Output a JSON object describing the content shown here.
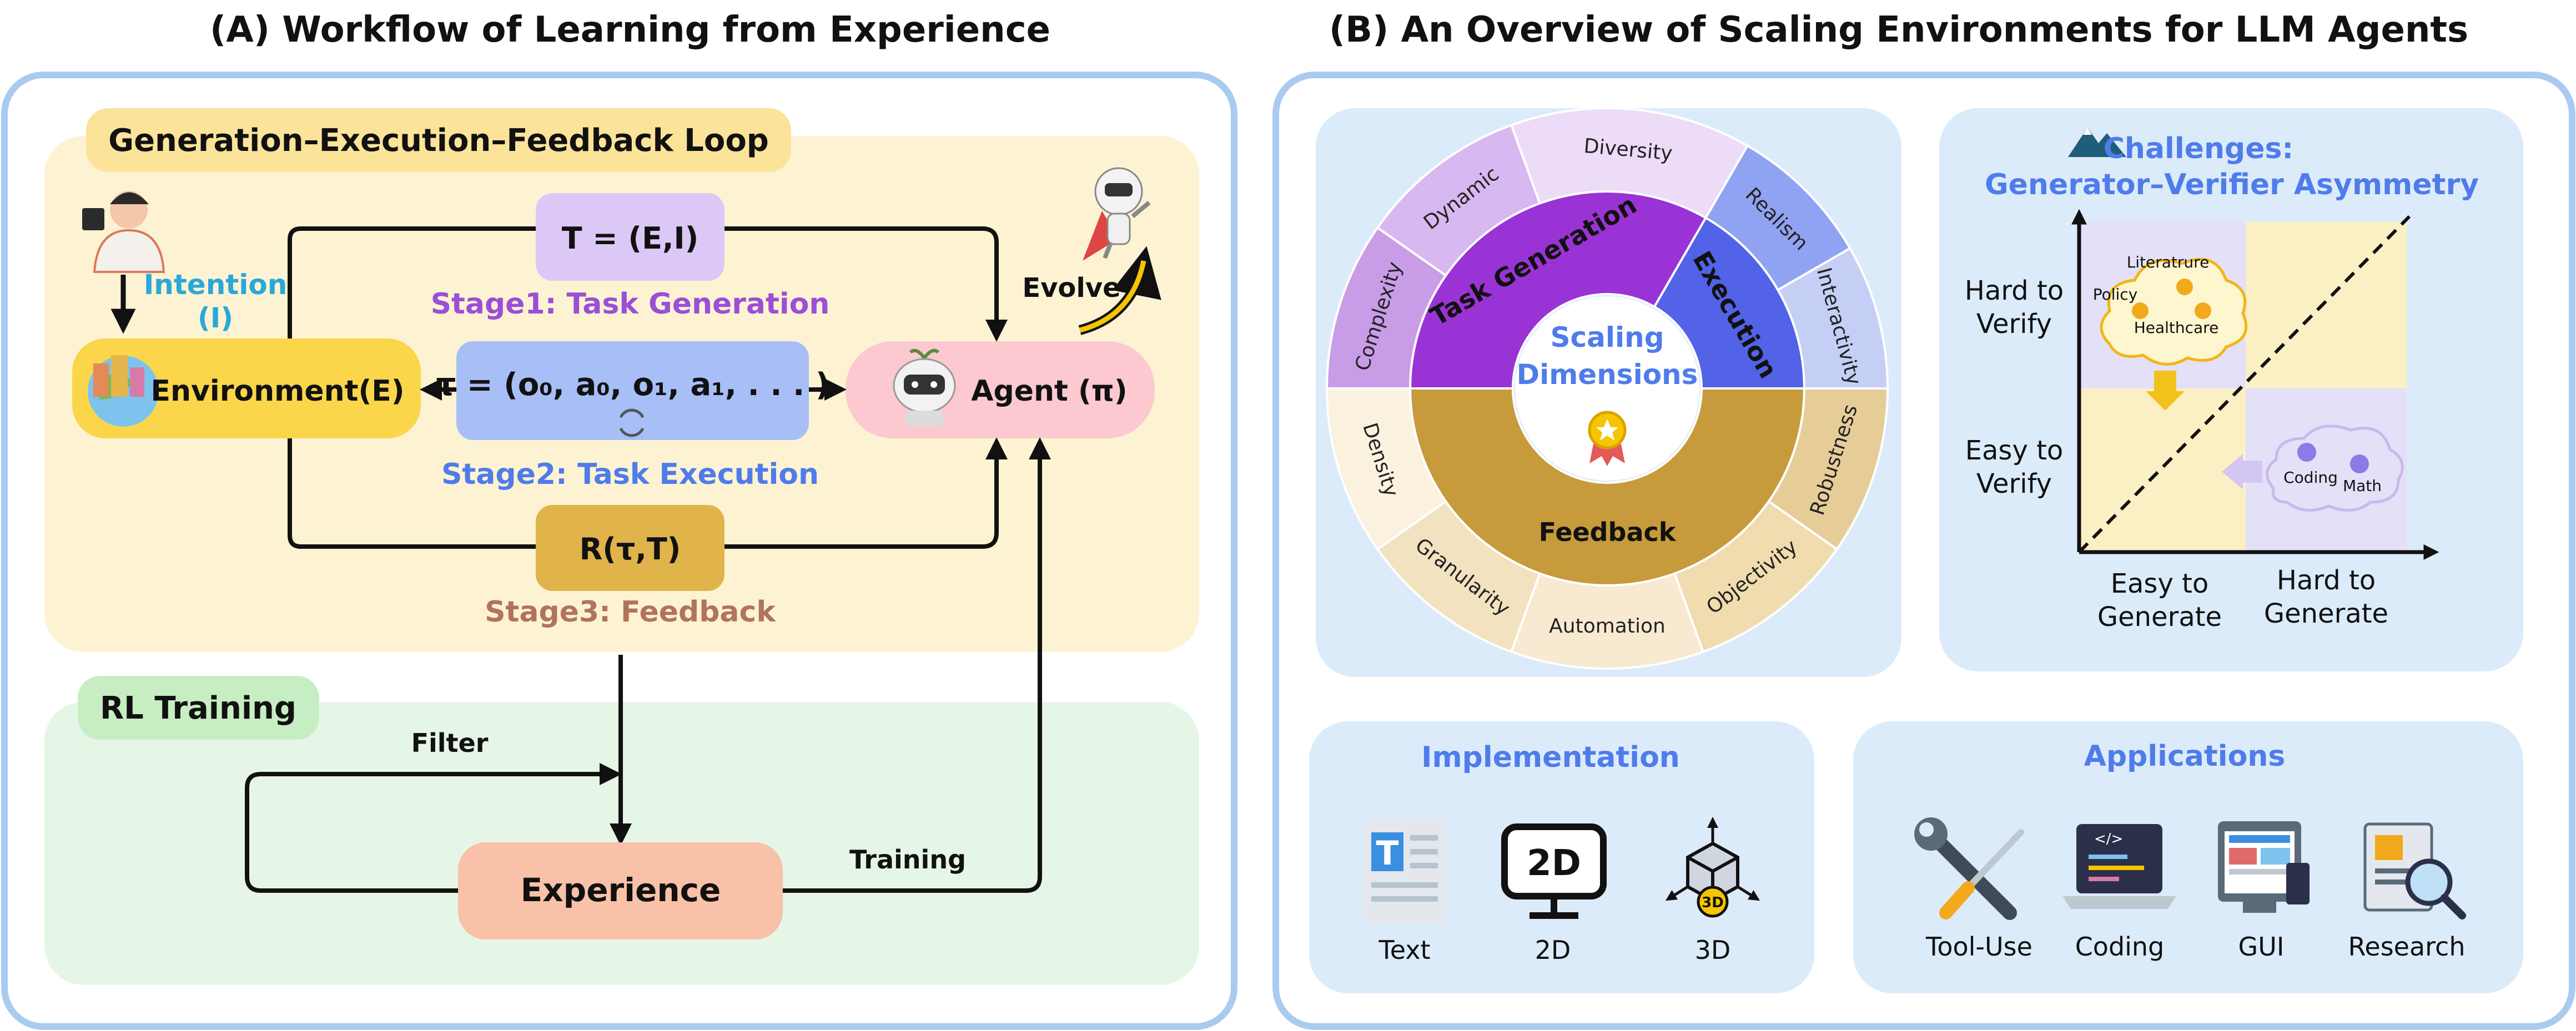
{
  "panel_a": {
    "title": "(A) Workflow of Learning from Experience",
    "loop_label": "Generation–Execution–Feedback Loop",
    "intention_label": "Intention",
    "intention_symbol": "(I)",
    "environment_label": "Environment(E)",
    "task_box": "T = (E,I)",
    "stage1": "Stage1: Task Generation",
    "trajectory_box": "τ = (o₀, a₀, o₁, a₁, . . . )",
    "stage2": "Stage2: Task Execution",
    "feedback_box": "R(τ,T)",
    "stage3": "Stage3: Feedback",
    "agent_label": "Agent (π)",
    "evolve_label": "Evolve",
    "rl_label": "RL Training",
    "filter_label": "Filter",
    "experience_label": "Experience",
    "training_label": "Training"
  },
  "panel_b": {
    "title": "(B) An Overview of Scaling Environments for LLM Agents",
    "wheel": {
      "center_line1": "Scaling",
      "center_line2": "Dimensions",
      "inner": [
        "Task Generation",
        "Execution",
        "Feedback"
      ],
      "outer": [
        "Complexity",
        "Dynamic",
        "Diversity",
        "Realism",
        "Interactivity",
        "Robustness",
        "Objectivity",
        "Automation",
        "Granularity",
        "Density"
      ]
    },
    "challenges": {
      "title_line1": "Challenges:",
      "title_line2": "Generator–Verifier Asymmetry",
      "y_hard": [
        "Hard to",
        "Verify"
      ],
      "y_easy": [
        "Easy to",
        "Verify"
      ],
      "x_easy": [
        "Easy to",
        "Generate"
      ],
      "x_hard": [
        "Hard to",
        "Generate"
      ],
      "cloud1": [
        "Literatrure",
        "Policy",
        "Healthcare"
      ],
      "cloud2": [
        "Coding",
        "Math"
      ]
    },
    "implementation": {
      "title": "Implementation",
      "items": [
        "Text",
        "2D",
        "3D"
      ]
    },
    "applications": {
      "title": "Applications",
      "items": [
        "Tool-Use",
        "Coding",
        "GUI",
        "Research"
      ]
    }
  },
  "colors": {
    "panel_border": "#a9cbf0",
    "loop_bg": "#fdf3d3",
    "rl_bg": "#e6f6e6",
    "blue_card": "#dcebfa",
    "stage1": "#9a4fd6",
    "stage2": "#4f7cea",
    "stage3": "#b0745a",
    "intention": "#2aa8d8"
  }
}
